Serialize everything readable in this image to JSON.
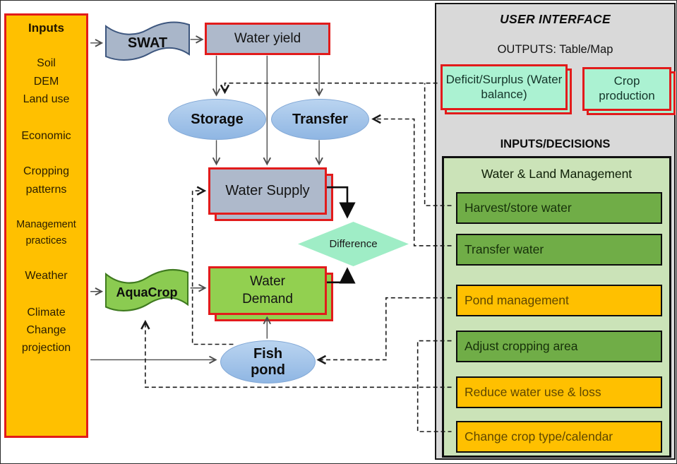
{
  "colors": {
    "accent_red_border": "#e21b1b",
    "inputs_panel_orange": "#FFC000",
    "model_blue_gray": "#AEB9CB",
    "swat_wave_fill": "#A9B6C9",
    "aquacrop_wave_fill": "#8BCB51",
    "ellipse_blue": "#9FC1E8",
    "diamond_mint": "#9FEDC6",
    "output_box_mint": "#ABF2D2",
    "demand_green": "#92D050",
    "ui_panel_gray": "#D9D9D9",
    "decision_panel_light_green": "#CBE3B8",
    "decision_item_green": "#70AD47",
    "decision_item_orange": "#FFC000"
  },
  "inputs_panel": {
    "title": "Inputs",
    "lines": [
      "Soil",
      "DEM",
      "Land use",
      "Economic",
      "Cropping",
      "patterns",
      "Management",
      "practices",
      "Weather",
      "Climate",
      "Change",
      "projection"
    ]
  },
  "models": {
    "swat": "SWAT",
    "aquacrop": "AquaCrop"
  },
  "nodes": {
    "water_yield": "Water yield",
    "storage": "Storage",
    "transfer": "Transfer",
    "water_supply": "Water Supply",
    "difference": "Difference",
    "water_demand": "Water Demand",
    "fish_pond": "Fish pond"
  },
  "user_interface": {
    "title": "USER INTERFACE",
    "outputs_label": "OUTPUTS: Table/Map",
    "outputs": [
      {
        "label": "Deficit/Surplus (Water balance)"
      },
      {
        "label": "Crop production"
      }
    ],
    "decisions_label": "INPUTS/DECISIONS",
    "decisions": {
      "title": "Water & Land Management",
      "items": [
        {
          "label": "Harvest/store water",
          "color": "#70AD47",
          "text_color": "#16300a"
        },
        {
          "label": "Transfer water",
          "color": "#70AD47",
          "text_color": "#16300a"
        },
        {
          "label": "Pond management",
          "color": "#FFC000",
          "text_color": "#5f4700"
        },
        {
          "label": "Adjust cropping area",
          "color": "#70AD47",
          "text_color": "#16300a"
        },
        {
          "label": "Reduce water use & loss",
          "color": "#FFC000",
          "text_color": "#5f4700"
        },
        {
          "label": "Change crop type/calendar",
          "color": "#FFC000",
          "text_color": "#5f4700"
        }
      ]
    }
  }
}
